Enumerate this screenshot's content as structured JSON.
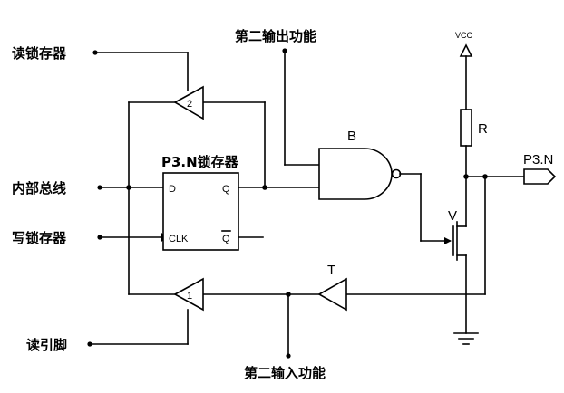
{
  "labels": {
    "read_latch": "读锁存器",
    "internal_bus": "内部总线",
    "write_latch": "写锁存器",
    "read_pin": "读引脚",
    "second_output": "第二输出功能",
    "second_input": "第二输入功能",
    "latch_title": "P3.N锁存器",
    "pin_d": "D",
    "pin_q": "Q",
    "pin_clk": "CLK",
    "pin_qbar": "Q",
    "gate_b": "B",
    "transistor_v": "V",
    "resistor_r": "R",
    "vcc": "VCC",
    "output_pin": "P3.N",
    "buffer_t": "T",
    "buffer_2": "2",
    "buffer_1": "1"
  }
}
